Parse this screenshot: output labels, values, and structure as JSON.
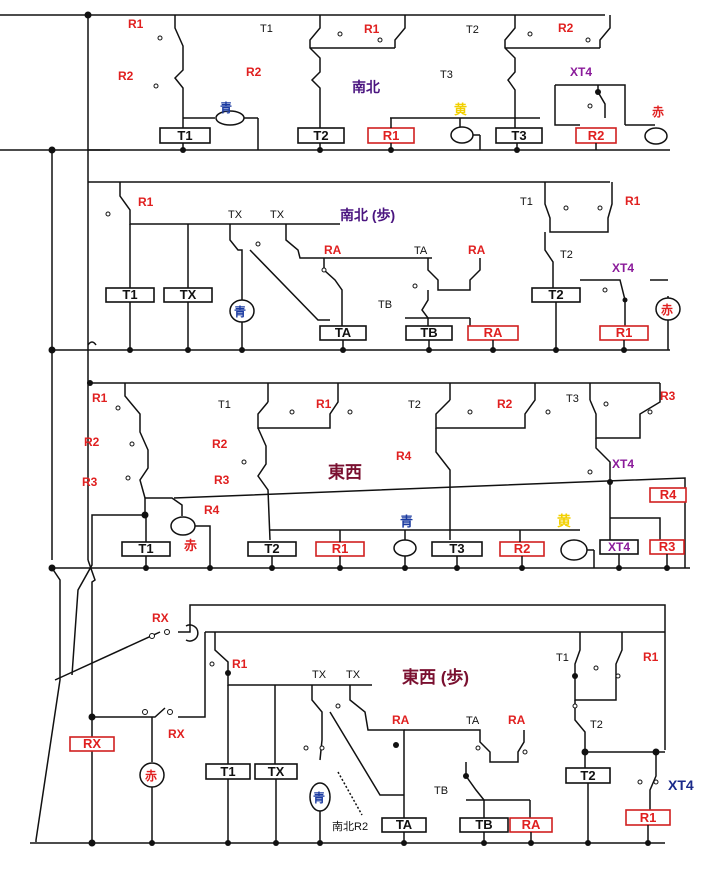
{
  "sections": {
    "s1": {
      "title": "南北",
      "labels": [
        "R1",
        "T1",
        "R1",
        "T2",
        "R2",
        "R2",
        "R2",
        "T3",
        "XT4"
      ],
      "lamps": {
        "blue": "青",
        "yellow": "黄",
        "red": "赤"
      },
      "boxes": [
        "T1",
        "T2",
        "R1",
        "T3",
        "R2"
      ]
    },
    "s2": {
      "title": "南北 (歩)",
      "labels": [
        "R1",
        "TX",
        "TX",
        "RA",
        "TA",
        "RA",
        "TB",
        "T1",
        "R1",
        "T2",
        "XT4"
      ],
      "lamps": {
        "blue": "青",
        "red": "赤"
      },
      "boxes": [
        "T1",
        "TX",
        "TA",
        "TB",
        "RA",
        "T2",
        "R1"
      ]
    },
    "s3": {
      "title": "東西",
      "labels": [
        "R1",
        "T1",
        "R1",
        "T2",
        "R2",
        "T3",
        "R3",
        "R2",
        "R2",
        "R3",
        "R3",
        "R4",
        "XT4"
      ],
      "lamps": {
        "red": "赤",
        "blue": "青",
        "yellow": "黄"
      },
      "boxes": [
        "T1",
        "T2",
        "R1",
        "T3",
        "R2",
        "XT4",
        "R3",
        "R4"
      ]
    },
    "s4": {
      "title": "東西 (歩)",
      "labels": [
        "RX",
        "RX",
        "R1",
        "TX",
        "TX",
        "RA",
        "TA",
        "RA",
        "TB",
        "T1",
        "R1",
        "T2",
        "XT4"
      ],
      "lamps": {
        "red": "赤",
        "blue": "青"
      },
      "boxes": [
        "RX",
        "T1",
        "TX",
        "TA",
        "TB",
        "RA",
        "T2",
        "R1"
      ],
      "note": "南北R2"
    }
  }
}
